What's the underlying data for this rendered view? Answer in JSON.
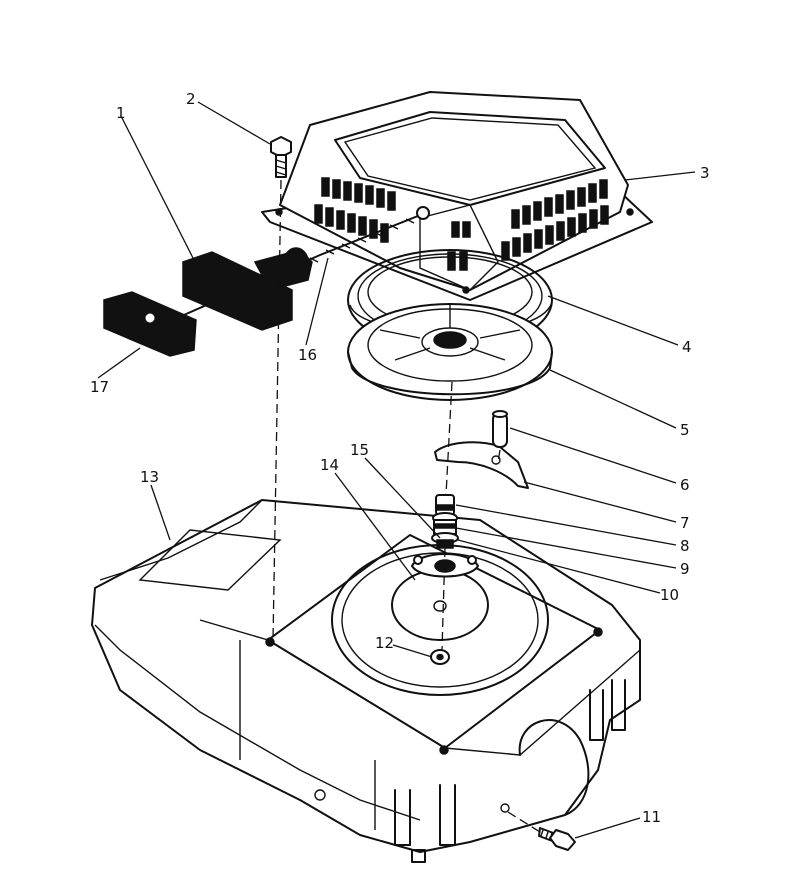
{
  "part_labels": {
    "p1": "1",
    "p2": "2",
    "p3": "3",
    "p4": "4",
    "p5": "5",
    "p6": "6",
    "p7": "7",
    "p8": "8",
    "p9": "9",
    "p10": "10",
    "p11": "11",
    "p12": "12",
    "p13": "13",
    "p14": "14",
    "p15": "15",
    "p16": "16",
    "p17": "17"
  }
}
